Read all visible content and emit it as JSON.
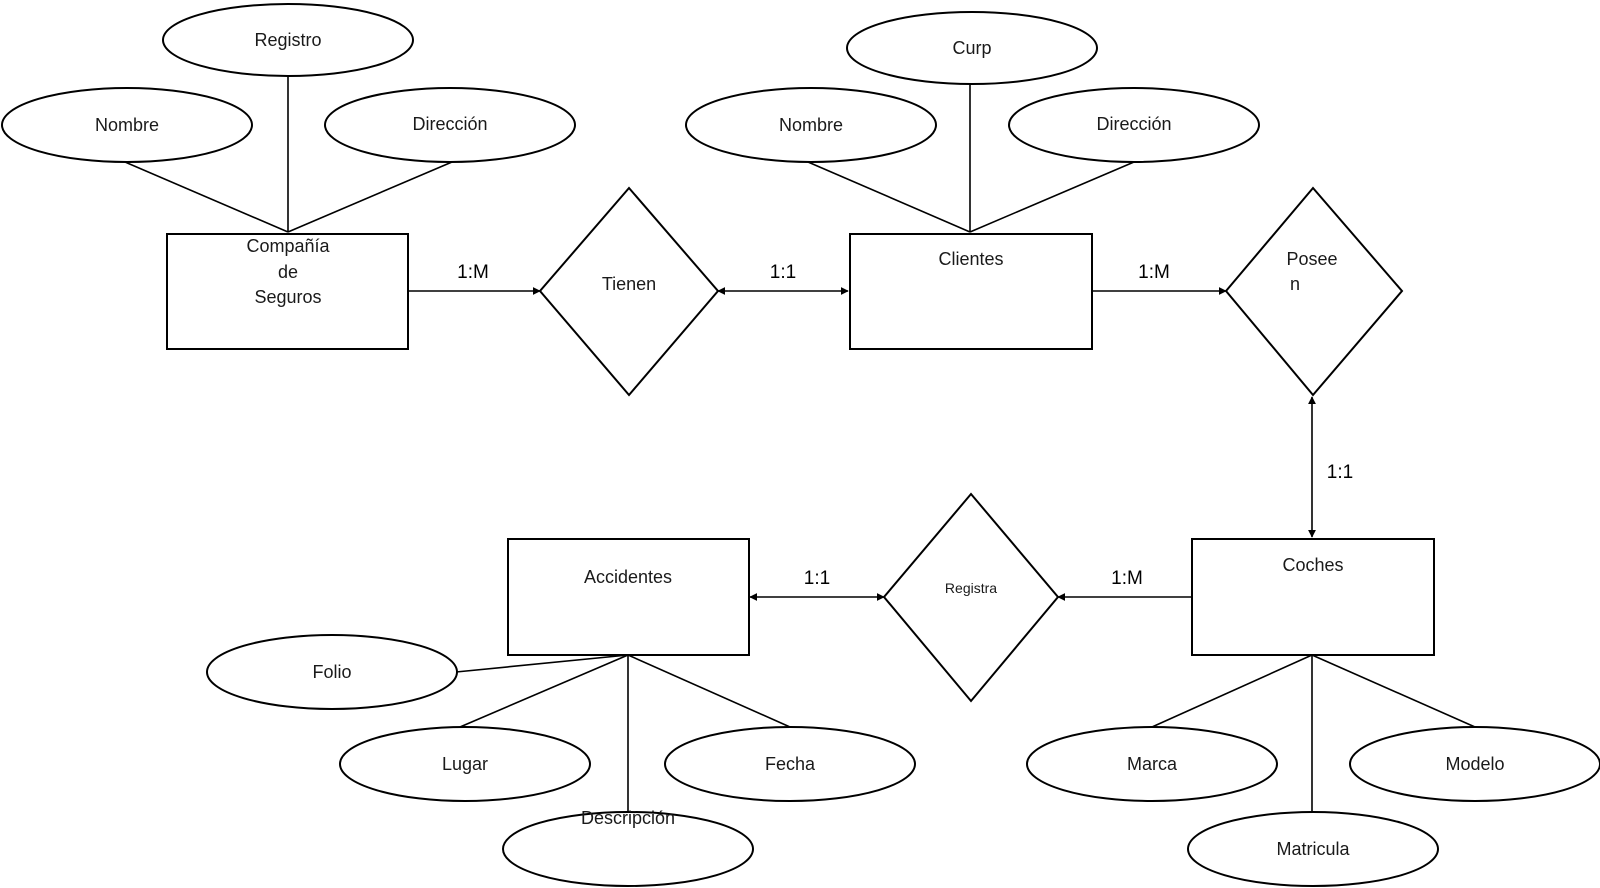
{
  "entities": {
    "compania": {
      "lines": [
        "Compañía",
        "de",
        "Seguros"
      ]
    },
    "clientes": {
      "name": "Clientes"
    },
    "coches": {
      "name": "Coches"
    },
    "accidentes": {
      "name": "Accidentes"
    }
  },
  "relationships": {
    "tienen": {
      "name": "Tienen"
    },
    "poseen": {
      "lines": [
        "Posee",
        "n"
      ]
    },
    "registra": {
      "name": "Registra"
    }
  },
  "attributes": {
    "compania": {
      "registro": "Registro",
      "nombre": "Nombre",
      "direccion": "Dirección"
    },
    "clientes": {
      "curp": "Curp",
      "nombre": "Nombre",
      "direccion": "Dirección"
    },
    "coches": {
      "marca": "Marca",
      "matricula": "Matricula",
      "modelo": "Modelo"
    },
    "accidentes": {
      "folio": "Folio",
      "lugar": "Lugar",
      "descripcion": "Descripción",
      "fecha": "Fecha"
    }
  },
  "cardinalities": {
    "compania_tienen": "1:M",
    "tienen_clientes": "1:1",
    "clientes_poseen": "1:M",
    "poseen_coches": "1:1",
    "coches_registra": "1:M",
    "registra_accidentes": "1:1"
  },
  "colors": {
    "stroke": "#000000",
    "fill": "#ffffff",
    "text": "#1a1a1a"
  }
}
